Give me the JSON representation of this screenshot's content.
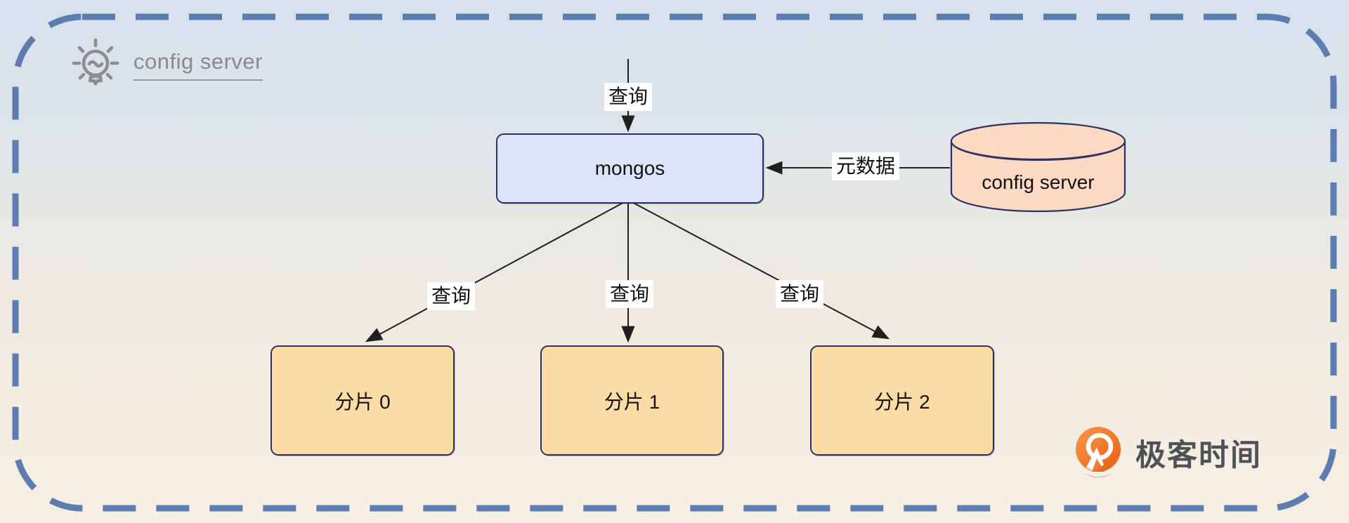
{
  "hint": {
    "icon": "lightbulb-icon",
    "text": "config server"
  },
  "nodes": {
    "mongos": {
      "label": "mongos",
      "shape": "rounded-rect",
      "fill": "#dbe4f8"
    },
    "config_server": {
      "label": "config server",
      "shape": "cylinder",
      "fill": "#fcd9c3"
    },
    "shard0": {
      "label": "分片 0",
      "shape": "rounded-rect",
      "fill": "#fbdca4"
    },
    "shard1": {
      "label": "分片 1",
      "shape": "rounded-rect",
      "fill": "#fbdca4"
    },
    "shard2": {
      "label": "分片 2",
      "shape": "rounded-rect",
      "fill": "#fbdca4"
    }
  },
  "edges": {
    "client_to_mongos": {
      "label": "查询",
      "from": "client",
      "to": "mongos"
    },
    "config_to_mongos": {
      "label": "元数据",
      "from": "config_server",
      "to": "mongos"
    },
    "mongos_to_shard0": {
      "label": "查询",
      "from": "mongos",
      "to": "shard0"
    },
    "mongos_to_shard1": {
      "label": "查询",
      "from": "mongos",
      "to": "shard1"
    },
    "mongos_to_shard2": {
      "label": "查询",
      "from": "mongos",
      "to": "shard2"
    }
  },
  "branding": {
    "logo_icon": "geektime-logo-icon",
    "logo_text": "极客时间"
  },
  "colors": {
    "border_dash": "#5d7db2",
    "node_stroke": "#2c3264",
    "line": "#1f1f1f",
    "mongos_fill": "#dbe4f8",
    "shard_fill": "#fbdca4",
    "cylinder_fill": "#fcd9c3",
    "hint_gray": "#8a8a8a",
    "logo_orange": "#f26f21",
    "bg_top": "#d7e2ed",
    "bg_bottom": "#f7efe2"
  }
}
